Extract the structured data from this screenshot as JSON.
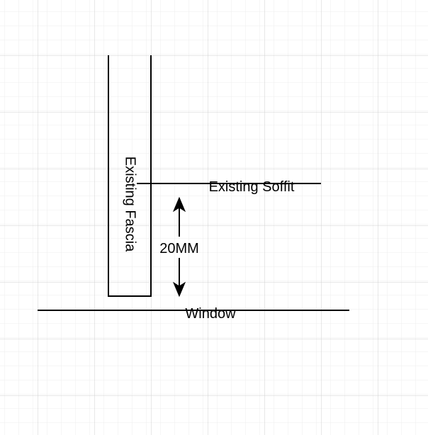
{
  "diagram": {
    "labels": {
      "fascia": "Existing Fascia",
      "soffit": "Existing Soffit",
      "window": "Window",
      "dimension": "20MM"
    },
    "colors": {
      "background": "#ffffff",
      "grid_minor": "#eeeeee",
      "grid_major": "#d0d0d0",
      "stroke": "#000000"
    }
  }
}
